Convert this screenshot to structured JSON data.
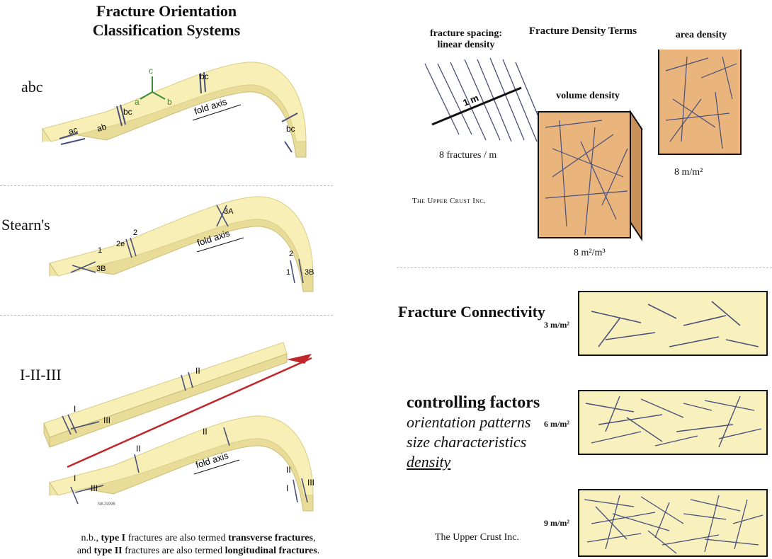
{
  "left": {
    "title_line1": "Fracture Orientation",
    "title_line2": "Classification Systems",
    "sections": [
      {
        "label": "abc",
        "tags": {
          "c": "c",
          "a": "a",
          "b": "b",
          "bc1": "bc",
          "bc2": "bc",
          "bc3": "bc",
          "ac": "ac",
          "ab": "ab",
          "fold": "fold axis"
        }
      },
      {
        "label": "Stearn's",
        "tags": {
          "t3A": "3A",
          "t2": "2",
          "t2e": "2e",
          "t1": "1",
          "t3B": "3B",
          "t2r": "2",
          "t1r": "1",
          "t3Br": "3B",
          "fold": "fold axis"
        }
      },
      {
        "label": "I-II-III",
        "tags": {
          "II_top": "II",
          "I_top": "I",
          "III_top": "III",
          "II_a": "II",
          "II_b": "II",
          "I_bot": "I",
          "III_bot": "III",
          "II_r": "II",
          "I_r": "I",
          "III_r": "III",
          "fold": "fold axis",
          "sig": "NKJ1996"
        }
      }
    ],
    "note": {
      "pre": "n.b., ",
      "b1": "type I",
      "m1": " fractures are also termed ",
      "b2": "transverse fractures",
      "m2": ",",
      "pre2": "and ",
      "b3": "type II",
      "m3": " fractures are also termed ",
      "b4": "longitudinal fractures",
      "end": "."
    }
  },
  "right": {
    "density_title": "Fracture Density Terms",
    "spacing_label1": "fracture spacing:",
    "spacing_label2": "linear density",
    "one_m": "1 m",
    "fractures_per_m": "8 fractures / m",
    "volume_label": "volume density",
    "volume_value": "8 m²/m³",
    "area_label": "area density",
    "area_value": "8 m/m²",
    "company_caps": "The Upper Crust Inc.",
    "connectivity_title": "Fracture Connectivity",
    "controlling": "controlling factors",
    "factors": [
      "orientation patterns",
      "size characteristics",
      "density"
    ],
    "company": "The Upper Crust Inc.",
    "panels": [
      "3 m/m²",
      "6 m/m²",
      "9 m/m²"
    ]
  },
  "colors": {
    "beam": "#f7efb6",
    "beam_edge": "#d8cc86",
    "fracture": "#4a4f7a",
    "box": "#e9b57c",
    "panel": "#f9f1bd",
    "red": "#c0262a",
    "green": "#3c8c3c"
  }
}
